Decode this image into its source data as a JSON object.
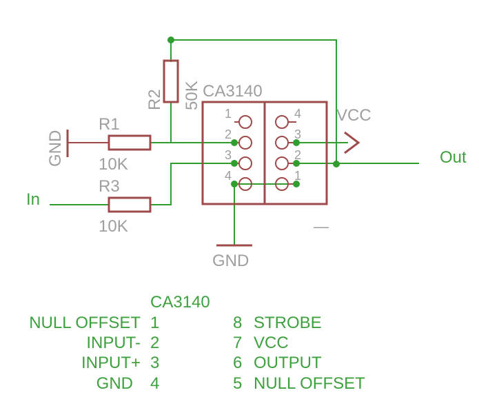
{
  "schematic": {
    "ic_label": "CA3140",
    "vcc_label": "VCC",
    "out_label": "Out",
    "in_label": "In",
    "gnd_left_label": "GND",
    "gnd_bottom_label": "GND",
    "minus_label": "—",
    "r1": {
      "name": "R1",
      "value": "10K"
    },
    "r2": {
      "name": "R2",
      "value": "50K"
    },
    "r3": {
      "name": "R3",
      "value": "10K"
    },
    "left_pins": [
      "1",
      "2",
      "3",
      "4"
    ],
    "right_pins": [
      "4",
      "3",
      "2",
      "1"
    ]
  },
  "pinout": {
    "title": "CA3140",
    "rows": [
      {
        "left_name": "NULL OFFSET",
        "left_num": "1",
        "right_num": "8",
        "right_name": "STROBE"
      },
      {
        "left_name": "INPUT-",
        "left_num": "2",
        "right_num": "7",
        "right_name": "VCC"
      },
      {
        "left_name": "INPUT+",
        "left_num": "3",
        "right_num": "6",
        "right_name": "OUTPUT"
      },
      {
        "left_name": "GND",
        "left_num": "4",
        "right_num": "5",
        "right_name": "NULL OFFSET"
      }
    ]
  },
  "colors": {
    "wire": "#2f9e2f",
    "component": "#9e4a4a",
    "label_gray": "#9e9e9e",
    "label_green": "#3ea03e"
  }
}
